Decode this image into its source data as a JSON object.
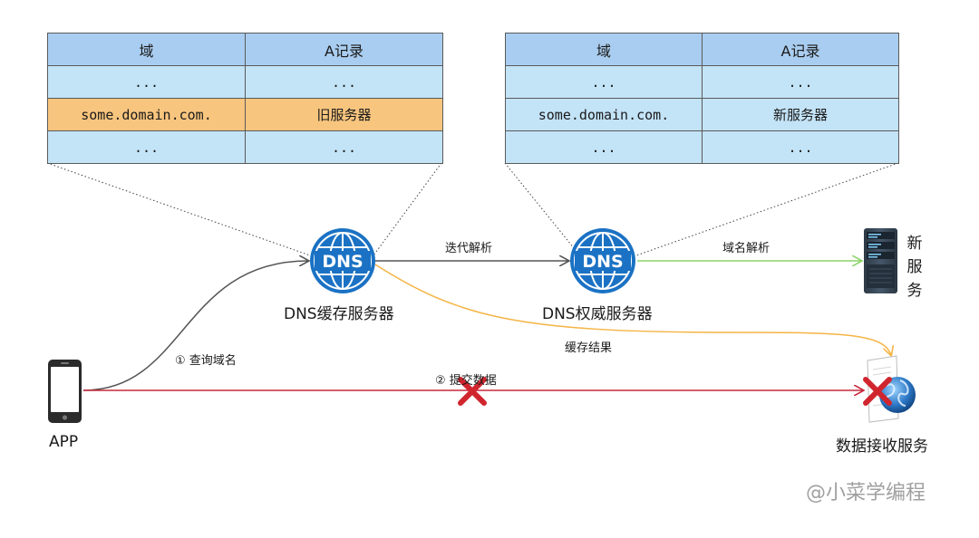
{
  "left_table": {
    "headers": [
      "域",
      "A记录"
    ],
    "rows": [
      [
        "...",
        "..."
      ],
      [
        "some.domain.com.",
        "旧服务器"
      ],
      [
        "...",
        "..."
      ]
    ]
  },
  "right_table": {
    "headers": [
      "域",
      "A记录"
    ],
    "rows": [
      [
        "...",
        "..."
      ],
      [
        "some.domain.com.",
        "新服务器"
      ],
      [
        "...",
        "..."
      ]
    ]
  },
  "nodes": {
    "dns_cache": {
      "icon_text": "DNS",
      "label": "DNS缓存服务器"
    },
    "dns_auth": {
      "icon_text": "DNS",
      "label": "DNS权威服务器"
    },
    "new_server": {
      "label_chars": [
        "新",
        "服",
        "务"
      ]
    },
    "app": {
      "label": "APP"
    },
    "receiver": {
      "label": "数据接收服务"
    }
  },
  "edges": {
    "iterative": "迭代解析",
    "domain_resolve": "域名解析",
    "cache_result": "缓存结果",
    "query": "① 查询域名",
    "submit": "② 提交数据"
  },
  "watermark": "@小菜学编程",
  "colors": {
    "header": "#a9cdf0",
    "row": "#c3e3f7",
    "highlight": "#f8c57e",
    "dns_icon": "#1b72c4",
    "arrow_gray": "#555555",
    "arrow_green": "#8cd36a",
    "arrow_orange": "#f5b445",
    "arrow_red": "#c8283c"
  }
}
